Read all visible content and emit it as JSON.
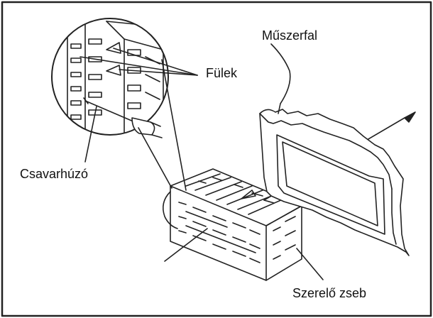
{
  "labels": {
    "dashboard": "Műszerfal",
    "tabs": "Fülek",
    "screwdriver": "Csavarhúzó",
    "mounting_sleeve": "Szerelő zseb"
  },
  "colors": {
    "line": "#222222",
    "background": "#ffffff"
  }
}
